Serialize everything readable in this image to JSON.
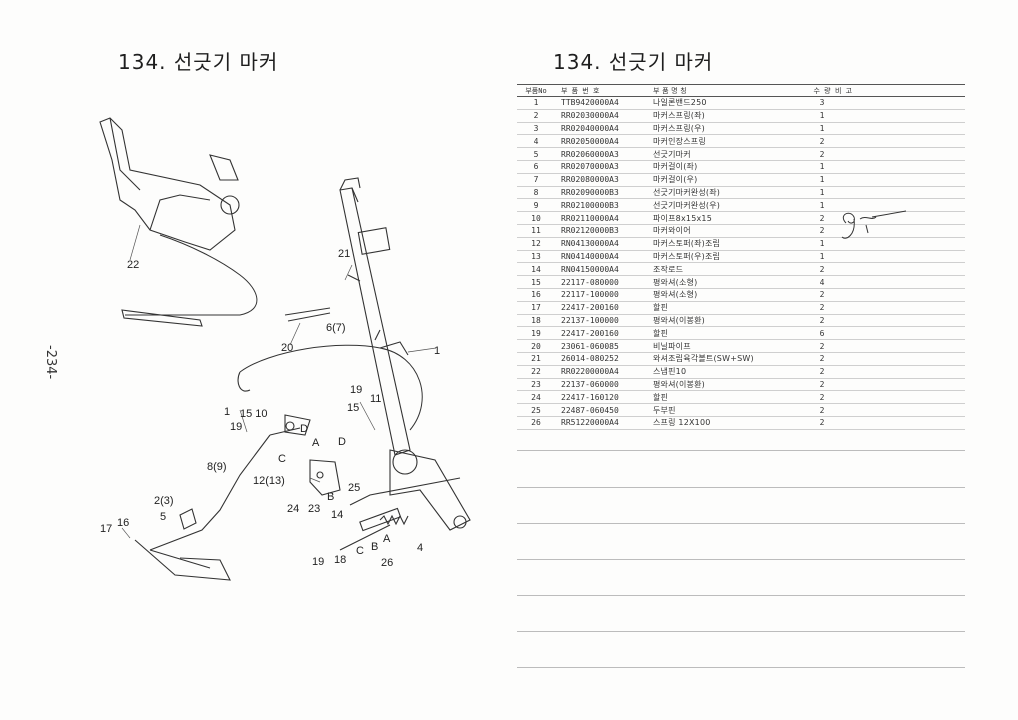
{
  "left_title": "134. 선긋기 마커",
  "right_title": "134. 선긋기 마커",
  "page_number": "-234-",
  "table": {
    "headers": {
      "no": "부품No",
      "part_no": "부 품 번 호",
      "name": "부 품 명 칭",
      "qty": "수 량",
      "note": "비 고"
    },
    "rows": [
      {
        "no": "1",
        "part_no": "TTB9420000A4",
        "name": "나일론밴드250",
        "qty": "3"
      },
      {
        "no": "2",
        "part_no": "RR02030000A4",
        "name": "마커스프링(좌)",
        "qty": "1"
      },
      {
        "no": "3",
        "part_no": "RR02040000A4",
        "name": "마커스프링(우)",
        "qty": "1"
      },
      {
        "no": "4",
        "part_no": "RR02050000A4",
        "name": "마커인장스프링",
        "qty": "2"
      },
      {
        "no": "5",
        "part_no": "RR02060000A3",
        "name": "선긋기마커",
        "qty": "2"
      },
      {
        "no": "6",
        "part_no": "RR02070000A3",
        "name": "마커걸이(좌)",
        "qty": "1"
      },
      {
        "no": "7",
        "part_no": "RR02080000A3",
        "name": "마커걸이(우)",
        "qty": "1"
      },
      {
        "no": "8",
        "part_no": "RR02090000B3",
        "name": "선긋기마커완성(좌)",
        "qty": "1"
      },
      {
        "no": "9",
        "part_no": "RR02100000B3",
        "name": "선긋기마커완성(우)",
        "qty": "1"
      },
      {
        "no": "10",
        "part_no": "RR02110000A4",
        "name": "파이프8x15x15",
        "qty": "2"
      },
      {
        "no": "11",
        "part_no": "RR02120000B3",
        "name": "마커와이어",
        "qty": "2"
      },
      {
        "no": "12",
        "part_no": "RN04130000A4",
        "name": "마커스토퍼(좌)조립",
        "qty": "1"
      },
      {
        "no": "13",
        "part_no": "RN04140000A4",
        "name": "마커스토퍼(우)조립",
        "qty": "1"
      },
      {
        "no": "14",
        "part_no": "RN04150000A4",
        "name": "조작로드",
        "qty": "2"
      },
      {
        "no": "15",
        "part_no": "22117-080000",
        "name": "평와셔(소형)",
        "qty": "4"
      },
      {
        "no": "16",
        "part_no": "22117-100000",
        "name": "평와셔(소형)",
        "qty": "2"
      },
      {
        "no": "17",
        "part_no": "22417-200160",
        "name": "할핀",
        "qty": "2"
      },
      {
        "no": "18",
        "part_no": "22137-100000",
        "name": "평와셔(이봉환)",
        "qty": "2"
      },
      {
        "no": "19",
        "part_no": "22417-200160",
        "name": "할핀",
        "qty": "6"
      },
      {
        "no": "20",
        "part_no": "23061-060085",
        "name": "비닐파이프",
        "qty": "2"
      },
      {
        "no": "21",
        "part_no": "26014-080252",
        "name": "와셔조립육각볼트(SW+SW)",
        "qty": "2"
      },
      {
        "no": "22",
        "part_no": "RR02200000A4",
        "name": "스냅핀10",
        "qty": "2"
      },
      {
        "no": "23",
        "part_no": "22137-060000",
        "name": "평와셔(이봉환)",
        "qty": "2"
      },
      {
        "no": "24",
        "part_no": "22417-160120",
        "name": "할핀",
        "qty": "2"
      },
      {
        "no": "25",
        "part_no": "22487-060450",
        "name": "두부핀",
        "qty": "2"
      },
      {
        "no": "26",
        "part_no": "RR51220000A4",
        "name": "스프링 12X100",
        "qty": "2"
      }
    ]
  },
  "callouts": {
    "n22": "22",
    "n21": "21",
    "n20": "20",
    "n67": "6(7)",
    "n1a": "1",
    "n1b": "1",
    "n1510a": "15 10",
    "n19a": "19",
    "n19b": "19",
    "n15": "15",
    "n11": "11",
    "nD1": "D",
    "nA1": "A",
    "nD2": "D",
    "nC1": "C",
    "n89": "8(9)",
    "n1213": "12(13)",
    "n25": "25",
    "nB1": "B",
    "n24": "24",
    "n23": "23",
    "n14": "14",
    "n23b": "2(3)",
    "n5": "5",
    "n17": "17",
    "n16": "16",
    "n19c": "19",
    "n18": "18",
    "nC2": "C",
    "nB2": "B",
    "nA2": "A",
    "n26": "26",
    "n4": "4"
  },
  "colors": {
    "ink": "#222222",
    "rule": "#bcbcbc"
  }
}
